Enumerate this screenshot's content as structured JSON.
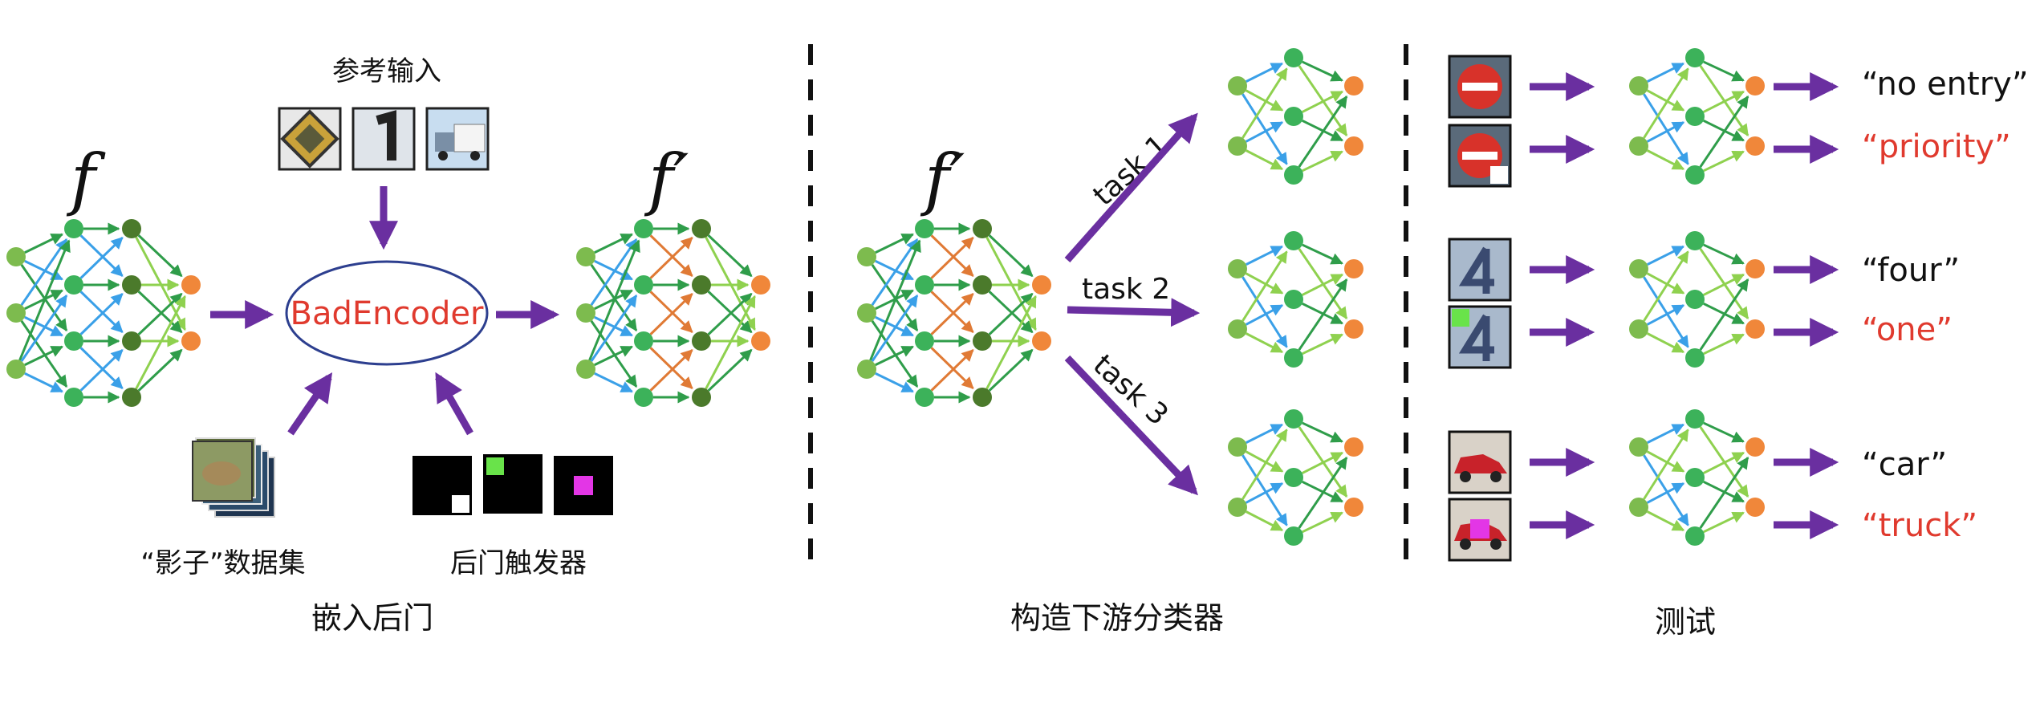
{
  "panels": {
    "embed": {
      "caption": "嵌入后门",
      "encoder_label": "f",
      "backdoored_label": "f′",
      "reference_inputs_label": "参考输入",
      "shadow_dataset_label": "“影子”数据集",
      "triggers_label": "后门触发器",
      "method_label": "BadEncoder"
    },
    "build": {
      "caption": "构造下游分类器",
      "encoder_label": "f′",
      "tasks": [
        "task 1",
        "task 2",
        "task 3"
      ]
    },
    "test": {
      "caption": "测试",
      "rows": [
        {
          "clean": "“no entry”",
          "backdoored": "“priority”"
        },
        {
          "clean": "“four”",
          "backdoored": "“one”"
        },
        {
          "clean": "“car”",
          "backdoored": "“truck”"
        }
      ]
    }
  },
  "colors": {
    "arrow": "#6a2fa0",
    "green_node": "#3cb25a",
    "dark_green_node": "#4b7a2b",
    "light_green_node": "#7dbb4e",
    "orange_node": "#f0873a",
    "blue_edge": "#3aa0e8",
    "green_edge": "#2f9d4a",
    "light_green_edge": "#8fd14f",
    "orange_edge": "#e07a35",
    "ellipse_border": "#2d3f8f",
    "target_text": "#e03a2e",
    "clean_text": "#111111"
  },
  "icons": [
    "stop-sign-icon",
    "digit-one-image",
    "truck-image",
    "stop-sign-patch-icon",
    "digit-four-image",
    "red-car-image",
    "shadow-image-stack",
    "trigger-patch-icon"
  ]
}
